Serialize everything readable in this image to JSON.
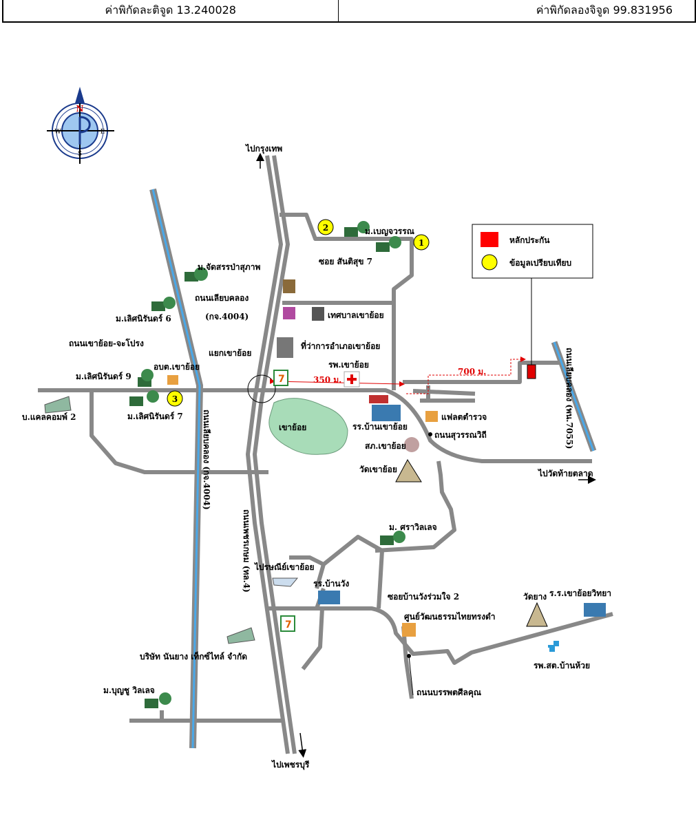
{
  "header": {
    "lat": "ค่าพิกัดละติจูด 13.240028",
    "lon": "ค่าพิกัดลองจิจูด 99.831956"
  },
  "compass": {
    "n": "N",
    "e": "E",
    "s": "S",
    "w": "W"
  },
  "legend": {
    "collateral": "หลักประกัน",
    "comparable": "ข้อมูลเปรียบเทียบ",
    "collateral_color": "#ff0000",
    "comparable_color": "#ffff00"
  },
  "markers": [
    "1",
    "2",
    "3"
  ],
  "distances": {
    "d350": "350 ม.",
    "d700": "700 ม."
  },
  "labels": {
    "to_bangkok": "ไปกรุงเทพ",
    "to_phetchaburi": "ไปเพชรบุรี",
    "to_wat_thai_talad": "ไปวัดท้ายตลาด",
    "m_benjawan": "ม.เบญจวรรณ",
    "soi_santisuk": "ซอย สันติสุข 7",
    "m_jadsan": "ม.จัดสรรป่าสุภาพ",
    "road_liab_khlong": "ถนนเลียบคลอง",
    "kor_4004": "(กจ.4004)",
    "m_loet_6": "ม.เลิศนิรันดร์ 6",
    "tesaban": "เทศบาลเขาย้อย",
    "road_khaoyoi": "ถนนเขาย้อย-จะโปรง",
    "district_office": "ที่ว่าการอำเภอเขาย้อย",
    "yaek_khaoyoi": "แยกเขาย้อย",
    "obt": "อบต.เขาย้อย",
    "m_loet_9": "ม.เลิศนิรันดร์ 9",
    "hospital": "รพ.เขาย้อย",
    "calcomp": "บ.แคลคอมพ์ 2",
    "m_loet_7": "ม.เลิศนิรันดร์ 7",
    "road_liab_khlong_v": "ถนนเลียบคลอง (กจ.4004)",
    "khaoyoi_hill": "เขาย้อย",
    "school_ban_khaoyoi": "รร.บ้านเขาย้อย",
    "police_flat": "แฟลตตำรวจ",
    "road_suwanwithi": "ถนนสุวรรณวิถี",
    "police_station": "สภ.เขาย้อย",
    "wat_khaoyoi": "วัดเขาย้อย",
    "road_liab_khlong_7055": "ถนนเลียบคลอง (พน.7055)",
    "road_phetkasem": "ถนนเพชรเกษม (ทล.4)",
    "m_sara": "ม. ศราวิลเลจ",
    "post_office": "ไปรษณีย์เขาย้อย",
    "school_ban_wang": "รร.บ้านวัง",
    "soi_ban_wang": "ซอยบ้านวังร่วมใจ 2",
    "wat_yang": "วัดยาง",
    "school_khaoyoi_wittaya": "ร.ร.เขาย้อยวิทยา",
    "culture_center": "ศูนย์วัฒนธรรมไทยทรงดำ",
    "textile": "บริษัท นันยาง เท็กซ์ไทล์ จำกัด",
    "rph_ban_huai": "รพ.สต.บ้านห้วย",
    "m_boonchoo": "ม.บุญชู วิลเลจ",
    "road_banphot": "ถนนบรรพตศีลคุณ"
  }
}
